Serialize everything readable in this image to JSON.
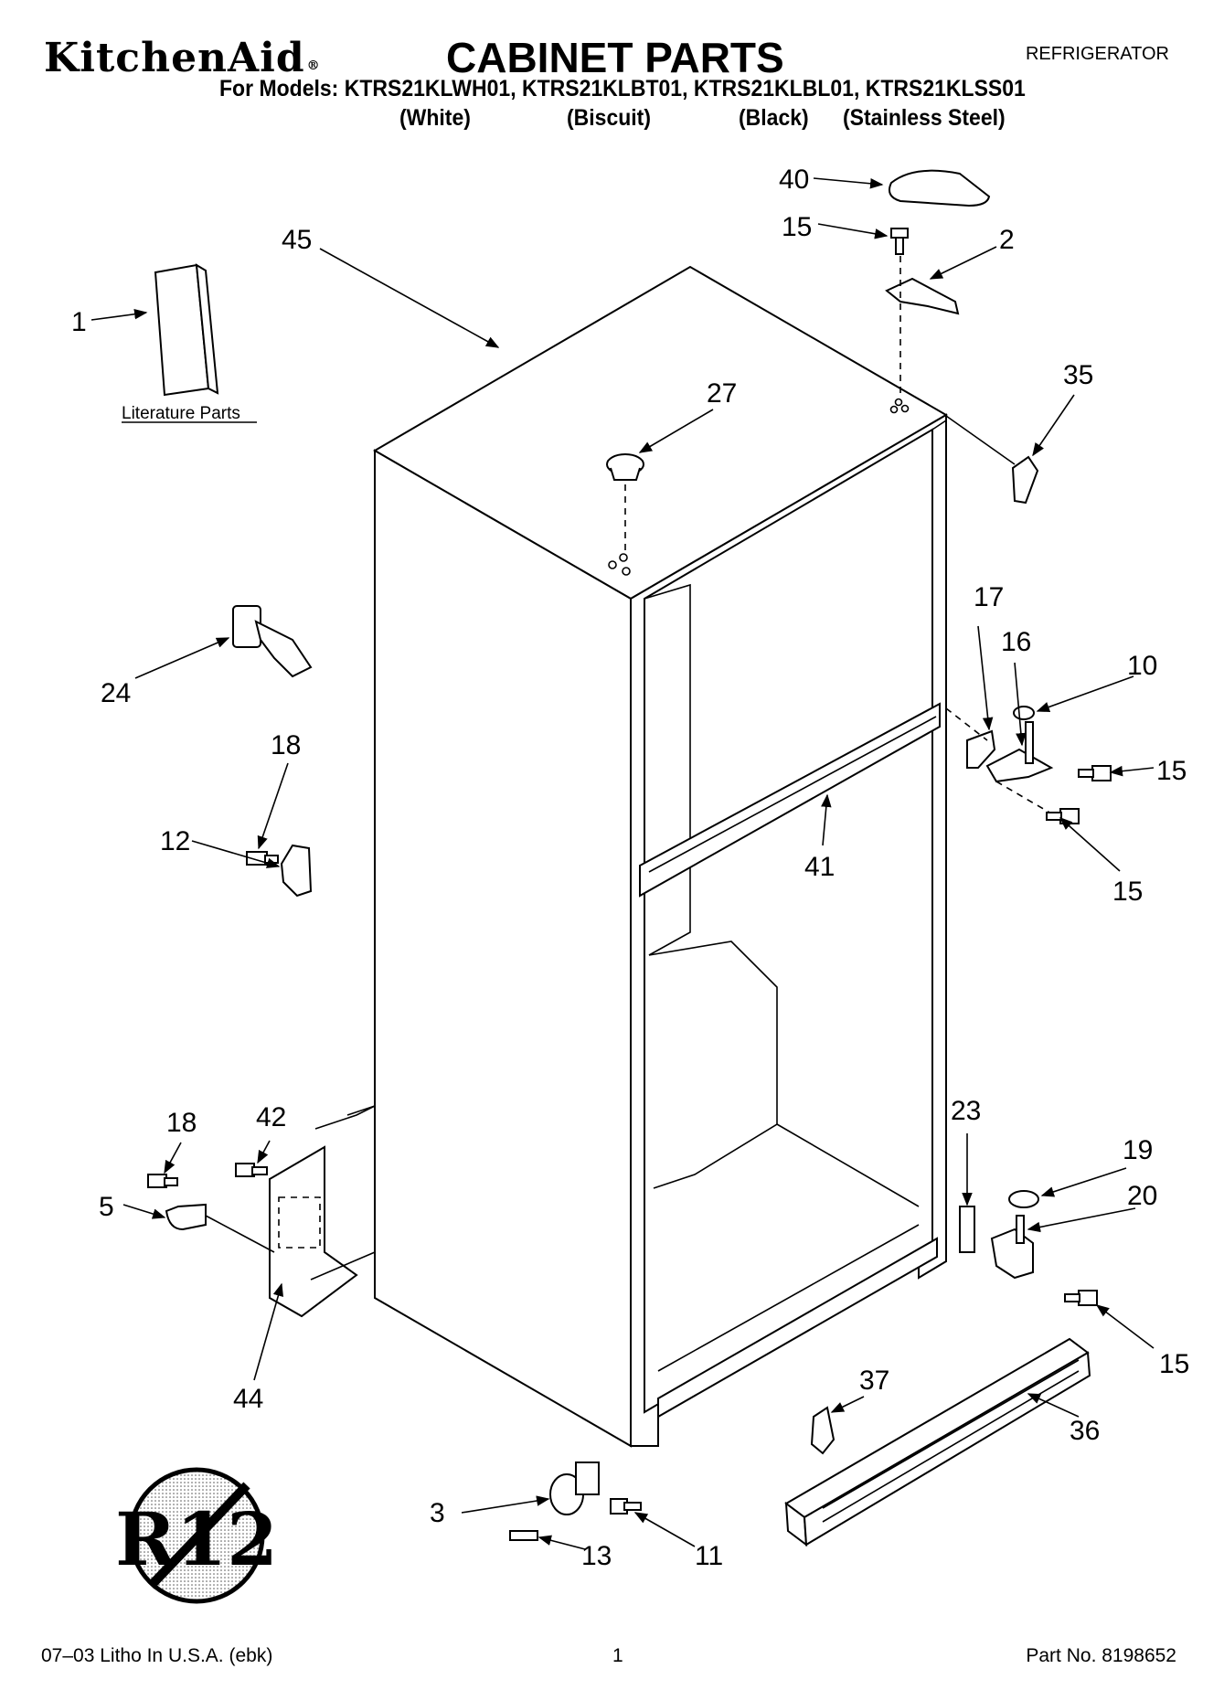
{
  "header": {
    "brand": "KitchenAid",
    "brand_mark": "®",
    "title": "CABINET PARTS",
    "appliance": "REFRIGERATOR",
    "models_line": "For Models: KTRS21KLWH01, KTRS21KLBT01, KTRS21KLBL01, KTRS21KLSS01",
    "variants": [
      "(White)",
      "(Biscuit)",
      "(Black)",
      "(Stainless Steel)"
    ]
  },
  "diagram": {
    "literature_label": "Literature Parts",
    "seal_text": "R12",
    "callouts": {
      "c1": "1",
      "c2": "2",
      "c3": "3",
      "c5": "5",
      "c10": "10",
      "c11": "11",
      "c12": "12",
      "c13": "13",
      "c15a": "15",
      "c15b": "15",
      "c15c": "15",
      "c15d": "15",
      "c16": "16",
      "c17": "17",
      "c18a": "18",
      "c18b": "18",
      "c19": "19",
      "c20": "20",
      "c23": "23",
      "c24": "24",
      "c27": "27",
      "c35": "35",
      "c36": "36",
      "c37": "37",
      "c40": "40",
      "c41": "41",
      "c42": "42",
      "c44": "44",
      "c45": "45"
    }
  },
  "footer": {
    "left": "07–03 Litho In U.S.A. (ebk)",
    "page": "1",
    "part_no": "Part No. 8198652"
  }
}
